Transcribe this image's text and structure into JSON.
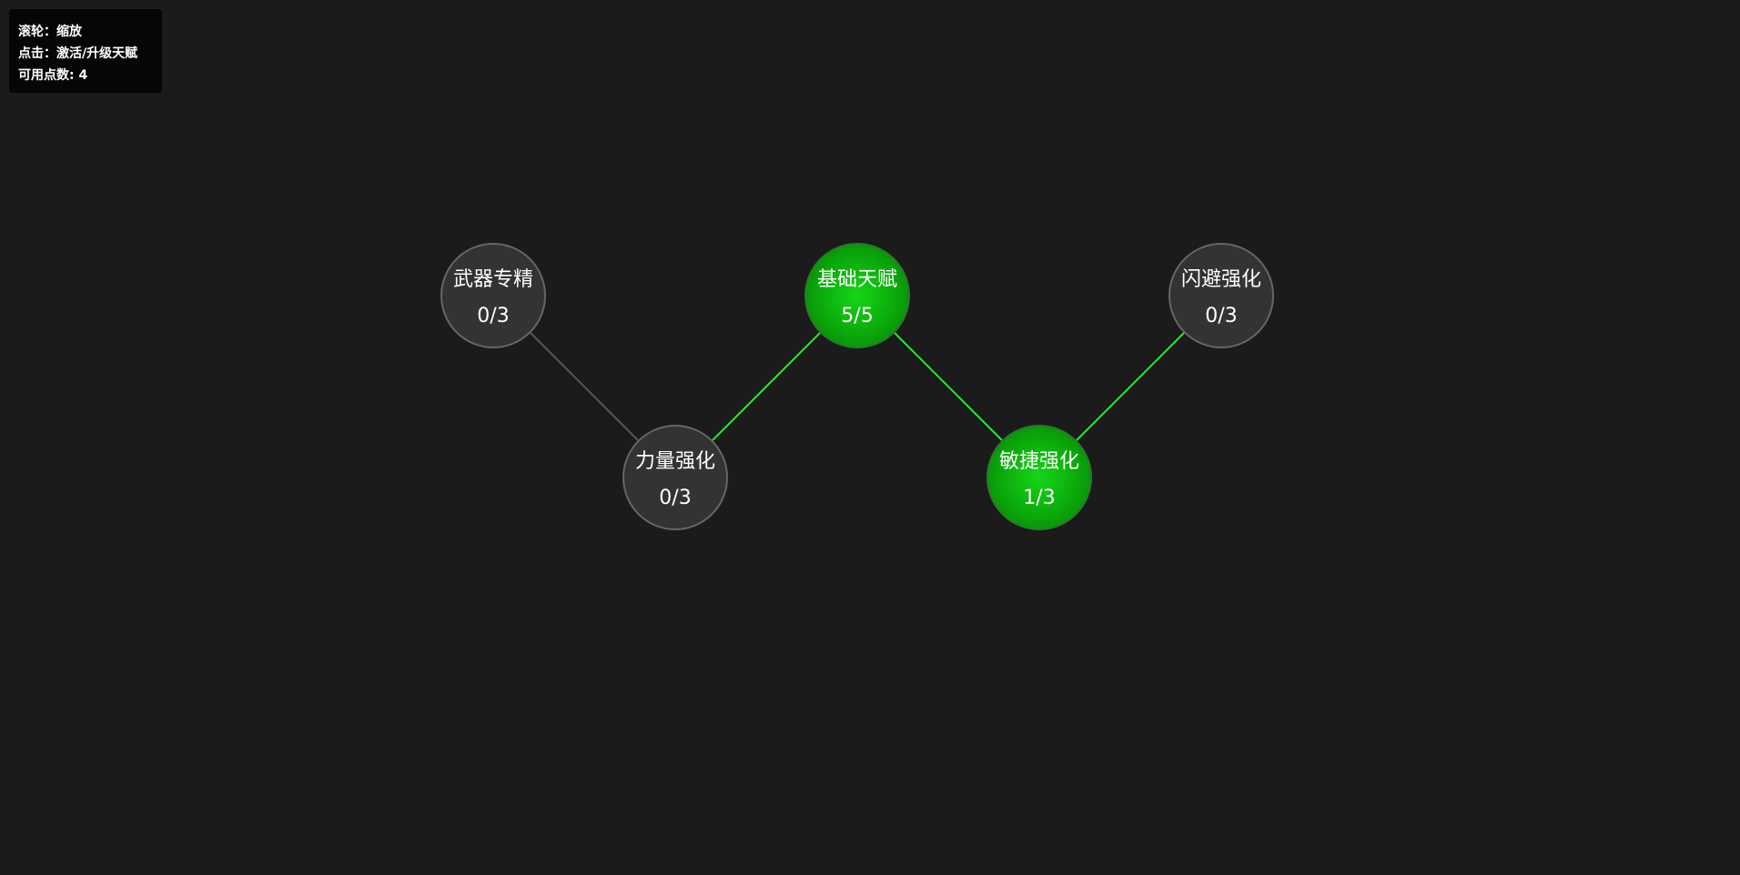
{
  "help": {
    "scroll_hint": "滚轮：缩放",
    "click_hint": "点击：激活/升级天赋",
    "points_label": "可用点数: ",
    "points_value": "4"
  },
  "colors": {
    "background": "#1b1b1b",
    "node_inactive": "#333333",
    "node_active": "#0aa80a",
    "edge_inactive": "#555555",
    "edge_active": "#22ee22"
  },
  "talents": [
    {
      "id": "weapon",
      "name": "武器专精",
      "level": "0/3",
      "active": false
    },
    {
      "id": "strength",
      "name": "力量强化",
      "level": "0/3",
      "active": false
    },
    {
      "id": "base",
      "name": "基础天赋",
      "level": "5/5",
      "active": true
    },
    {
      "id": "agility",
      "name": "敏捷强化",
      "level": "1/3",
      "active": true
    },
    {
      "id": "dodge",
      "name": "闪避强化",
      "level": "0/3",
      "active": false
    }
  ],
  "links": [
    {
      "from": "weapon",
      "to": "strength",
      "active": false
    },
    {
      "from": "strength",
      "to": "base",
      "active": true
    },
    {
      "from": "base",
      "to": "agility",
      "active": true
    },
    {
      "from": "agility",
      "to": "dodge",
      "active": true
    }
  ]
}
